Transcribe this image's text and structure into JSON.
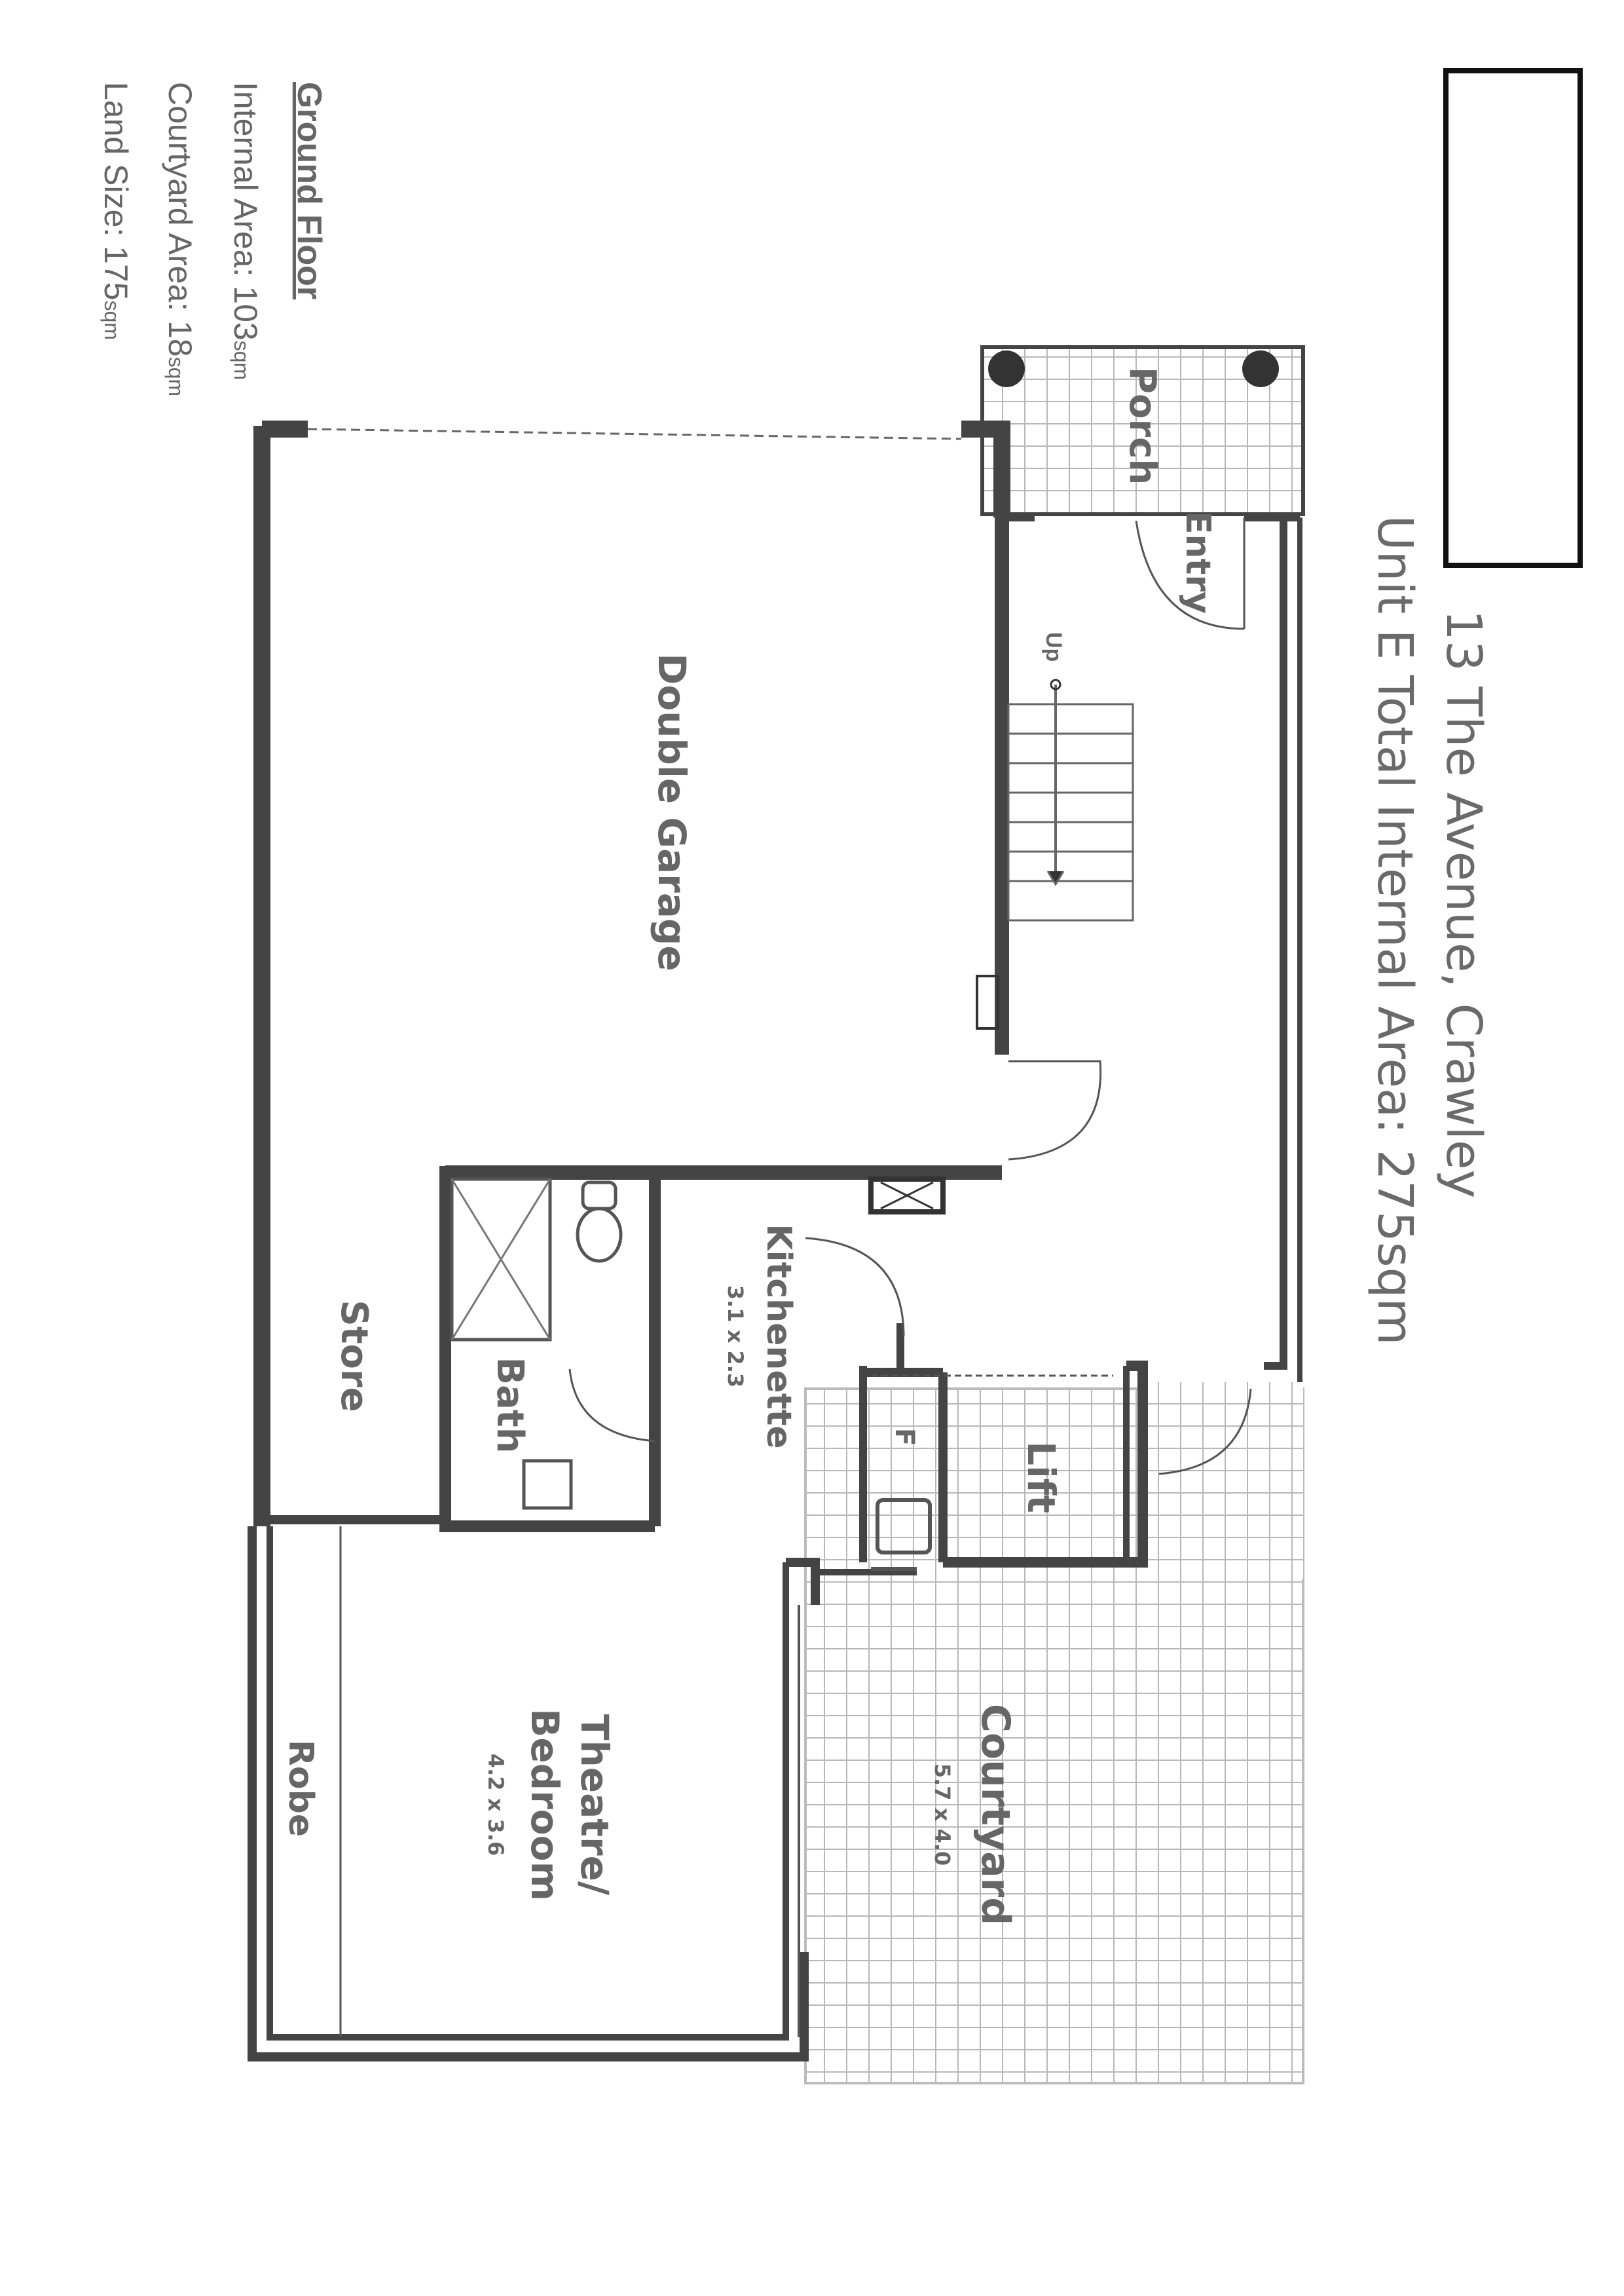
{
  "header": {
    "address": "13 The Avenue, Crawley",
    "total_area": "Unit E Total Internal Area: 275sqm"
  },
  "info": {
    "floor": "Ground Floor",
    "internal_area": "Internal Area: 103",
    "internal_unit": "sqm",
    "courtyard_area": "Courtyard Area: 18",
    "courtyard_unit": "sqm",
    "land_size": "Land Size: 175",
    "land_unit": "sqm"
  },
  "rooms": {
    "porch": "Porch",
    "entry": "Entry",
    "stairs_up": "Up",
    "garage": "Double Garage",
    "store": "Store",
    "bath": "Bath",
    "kitchenette": "Kitchenette",
    "kitchenette_dim": "3.1 x 2.3",
    "fridge": "F",
    "lift": "Lift",
    "bedroom_line1": "Theatre/",
    "bedroom_line2": "Bedroom",
    "bedroom_dim": "4.2 x 3.6",
    "robe": "Robe",
    "courtyard": "Courtyard",
    "courtyard_dim": "5.7 x 4.0"
  },
  "colors": {
    "wall": "#444444",
    "tile": "#bbbbbb",
    "text": "#666666"
  }
}
